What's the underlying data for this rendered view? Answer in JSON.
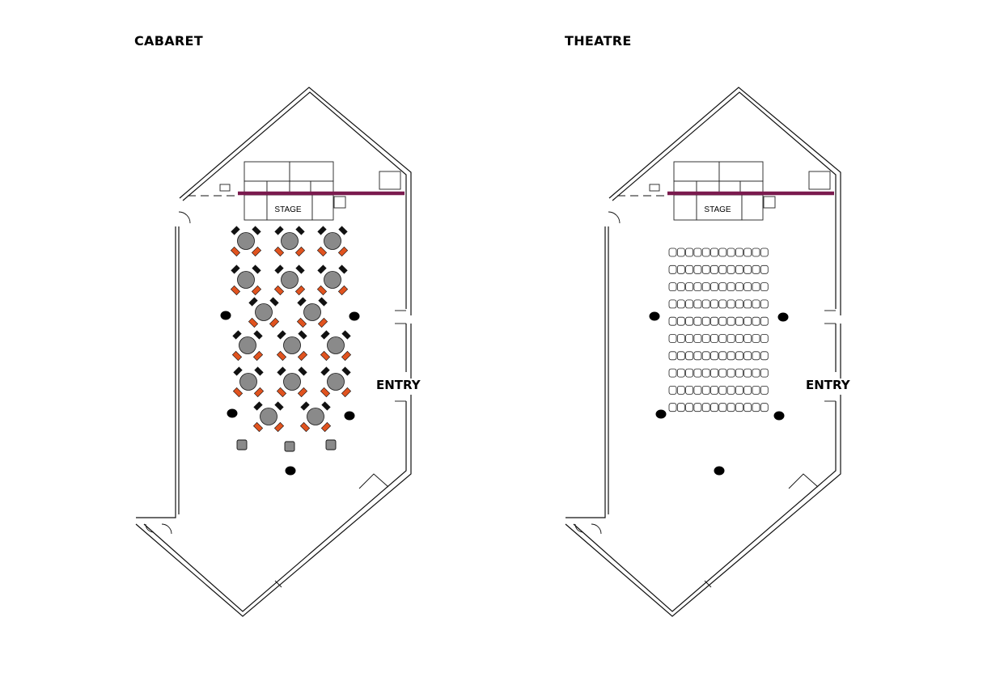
{
  "layouts": [
    {
      "title": "CABARET",
      "stage_label": "STAGE",
      "entry_label": "ENTRY",
      "round_tables": 16,
      "cocktail_tables": 3
    },
    {
      "title": "THEATRE",
      "stage_label": "STAGE",
      "entry_label": "ENTRY",
      "seat_rows": 10,
      "seats_per_row": 12
    }
  ],
  "colors": {
    "rail": "#7a1a4e",
    "chair_accent": "#e0531f",
    "table": "#8a8a8a",
    "pillar": "#000000"
  }
}
